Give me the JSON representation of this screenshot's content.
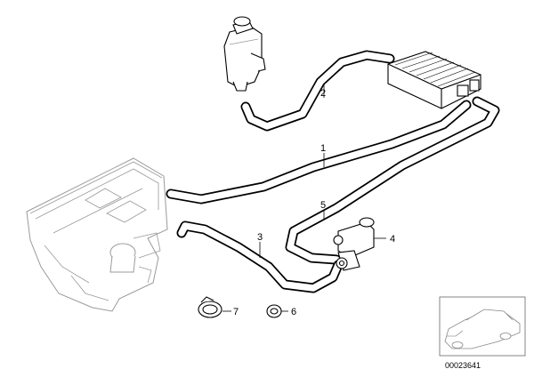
{
  "callouts": {
    "hose_1": "1",
    "hose_2": "2",
    "hose_3": "3",
    "valve_4": "4",
    "hose_5": "5",
    "clamp_6": "6",
    "clamp_7": "7"
  },
  "diagram_code": "00023641"
}
